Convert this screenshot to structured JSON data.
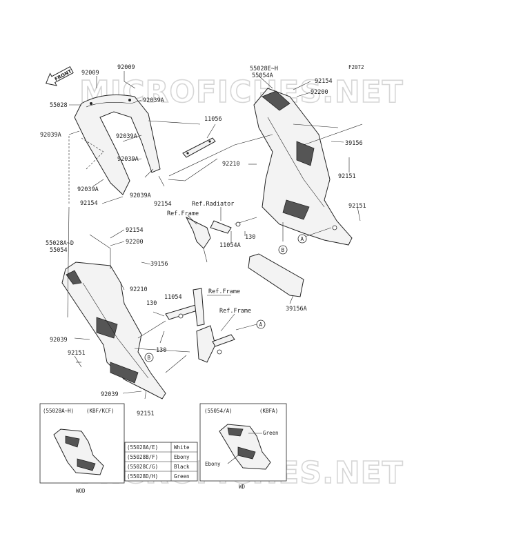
{
  "diagram": {
    "figure_code": "F2072",
    "front_arrow": "FRONT",
    "watermark": "MICROFICHES.NET",
    "labels": {
      "p92009_a": "92009",
      "p92009_b": "92009",
      "p55028": "55028",
      "p92039A_1": "92039A",
      "p92039A_2": "92039A",
      "p92039A_3": "92039A",
      "p92039A_4": "92039A",
      "p92039A_5": "92039A",
      "p92039A_6": "92039A",
      "p92154_1": "92154",
      "p11056": "11056",
      "p55028E_H": "55028E~H",
      "p55054A": "55054A",
      "p92154_2": "92154",
      "p92200_1": "92200",
      "p39156_1": "39156",
      "p92151_1": "92151",
      "p92210_1": "92210",
      "p92151_2": "92151",
      "ref_radiator": "Ref.Radiator",
      "ref_frame_1": "Ref.Frame",
      "p130_1": "130",
      "p11054A": "11054A",
      "p92154_3": "92154",
      "p92200_2": "92200",
      "p55028A_D": "55028A~D",
      "p55054": "55054",
      "p39156_2": "39156",
      "p92210_2": "92210",
      "ref_frame_2": "Ref.Frame",
      "p11054": "11054",
      "p130_2": "130",
      "ref_frame_3": "Ref.Frame",
      "p39156A": "39156A",
      "p130_3": "130",
      "p92039": "92039",
      "p92151_3": "92151",
      "p92039_b": "92039",
      "p92151_4": "92151",
      "callout_A": "A",
      "callout_B": "B"
    },
    "inset_left": {
      "header_left": "(55028A~H)",
      "header_right": "(KBF/KCF)",
      "footer": "WOD"
    },
    "inset_right": {
      "header_left": "(55054/A)",
      "header_right": "(KBFA)",
      "green": "Green",
      "ebony": "Ebony",
      "footer": "WD"
    },
    "color_table": [
      {
        "code": "(55028A/E)",
        "color": "White"
      },
      {
        "code": "(55028B/F)",
        "color": "Ebony"
      },
      {
        "code": "(55028C/G)",
        "color": "Black"
      },
      {
        "code": "(55028D/H)",
        "color": "Green"
      }
    ]
  }
}
